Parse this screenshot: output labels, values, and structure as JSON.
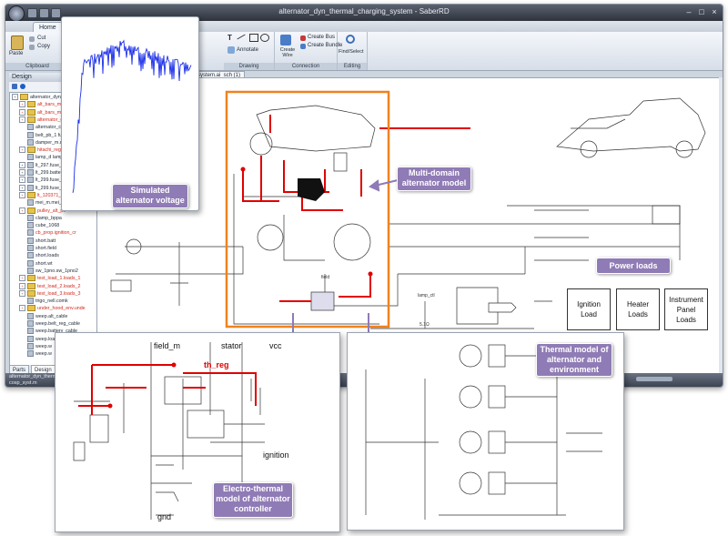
{
  "window": {
    "title": "alternator_dyn_thermal_charging_system - SaberRD",
    "tabs": [
      "Home"
    ],
    "document_tab": "System.ai_sch (1)"
  },
  "ribbon": {
    "groups": [
      {
        "label": "Clipboard",
        "buttons": [
          "Paste",
          "Cut",
          "Copy"
        ]
      },
      {
        "label": "Drawing",
        "buttons": [
          "Annotate"
        ]
      },
      {
        "label": "Connection",
        "buttons": [
          "Create Wire",
          "Create Bus",
          "Create Bundle"
        ]
      },
      {
        "label": "Editing",
        "buttons": [
          "Find/Select"
        ]
      }
    ]
  },
  "design_panel": {
    "title": "Design",
    "tree": [
      {
        "label": "alternator_dyn_the",
        "type": "folder",
        "red": false,
        "plus": true
      },
      {
        "label": "alt_bars_m",
        "type": "folder",
        "red": true,
        "plus": true
      },
      {
        "label": "alt_bars_m",
        "type": "folder",
        "red": true,
        "plus": true
      },
      {
        "label": "alternator_d",
        "type": "folder",
        "red": true,
        "plus": true
      },
      {
        "label": "alternator_c",
        "type": "leaf",
        "red": false,
        "plus": false
      },
      {
        "label": "belt_pb_1 fu",
        "type": "leaf",
        "red": false,
        "plus": false
      },
      {
        "label": "damper_m.d",
        "type": "leaf",
        "red": false,
        "plus": false
      },
      {
        "label": "hitachi_rega",
        "type": "folder",
        "red": true,
        "plus": true
      },
      {
        "label": "lamp_d lamp",
        "type": "leaf",
        "red": false,
        "plus": false
      },
      {
        "label": "lt_297.fuse_",
        "type": "leaf",
        "red": false,
        "plus": true
      },
      {
        "label": "lt_299.batte",
        "type": "leaf",
        "red": false,
        "plus": true
      },
      {
        "label": "lt_299.fuse_",
        "type": "leaf",
        "red": false,
        "plus": true
      },
      {
        "label": "lt_299.fuse_",
        "type": "leaf",
        "red": false,
        "plus": true
      },
      {
        "label": "lt_120371_p",
        "type": "folder",
        "red": true,
        "plus": true
      },
      {
        "label": "mei_m.mei_b",
        "type": "leaf",
        "red": false,
        "plus": false
      },
      {
        "label": "pulley_alt_po",
        "type": "folder",
        "red": true,
        "plus": true
      },
      {
        "label": "clamp_bppa",
        "type": "leaf",
        "red": false,
        "plus": false
      },
      {
        "label": "cube_1068",
        "type": "leaf",
        "red": false,
        "plus": false
      },
      {
        "label": "cb_prop.ignition_cr",
        "type": "leaf",
        "red": true,
        "plus": false
      },
      {
        "label": "short.batt",
        "type": "leaf",
        "red": false,
        "plus": false
      },
      {
        "label": "short.field",
        "type": "leaf",
        "red": false,
        "plus": false
      },
      {
        "label": "short.loads",
        "type": "leaf",
        "red": false,
        "plus": false
      },
      {
        "label": "short.wt",
        "type": "leaf",
        "red": false,
        "plus": false
      },
      {
        "label": "sw_1pno.sw_1pno2",
        "type": "leaf",
        "red": false,
        "plus": false
      },
      {
        "label": "test_load_1.loads_1",
        "type": "folder",
        "red": true,
        "plus": true
      },
      {
        "label": "test_load_2.loads_2",
        "type": "folder",
        "red": true,
        "plus": true
      },
      {
        "label": "test_load_3.loads_3",
        "type": "folder",
        "red": true,
        "plus": true
      },
      {
        "label": "trigo_nell.comk",
        "type": "leaf",
        "red": false,
        "plus": false
      },
      {
        "label": "under_hood_env.unde",
        "type": "folder",
        "red": true,
        "plus": true
      },
      {
        "label": "weep.alt_cable",
        "type": "leaf",
        "red": false,
        "plus": false
      },
      {
        "label": "weep.belt_reg_cable",
        "type": "leaf",
        "red": false,
        "plus": false
      },
      {
        "label": "weep.battery_cable",
        "type": "leaf",
        "red": false,
        "plus": false
      },
      {
        "label": "weep.load_bus_harnes",
        "type": "leaf",
        "red": false,
        "plus": false
      },
      {
        "label": "weep.w",
        "type": "leaf",
        "red": false,
        "plus": false
      },
      {
        "label": "weep.w",
        "type": "leaf",
        "red": false,
        "plus": false
      }
    ],
    "bottom_tabs": [
      "Parts",
      "Design"
    ],
    "footer": [
      "alternator_dyn_therm",
      "cosp_syst.m"
    ]
  },
  "callouts": {
    "voltage": "Simulated\nalternator voltage",
    "multidomain": "Multi-domain\nalternator model",
    "power_loads": "Power loads",
    "electro_thermal": "Electro-thermal\nmodel of alternator\ncontroller",
    "thermal_env": "Thermal model of\nalternator and\nenvironment"
  },
  "schematic": {
    "field_label": "field",
    "loads": [
      "Ignition\nLoad",
      "Heater\nLoads",
      "Instrument\nPanel\nLoads"
    ],
    "lamp_label": "lamp_ctl",
    "lamp_value": "5.1Ω"
  },
  "controller": {
    "field_label": "field_m",
    "stator_label": "stator",
    "vcc_label": "vcc",
    "th_reg_label": "th_reg",
    "ignition_label": "ignition",
    "gnd_label": "gnd"
  },
  "colors": {
    "callout": "#8f7bb5",
    "wire_red": "#e00000",
    "trace_blue": "#1a2ee8",
    "highlight_orange": "#f0821e",
    "arrow": "#8f7bb5"
  }
}
